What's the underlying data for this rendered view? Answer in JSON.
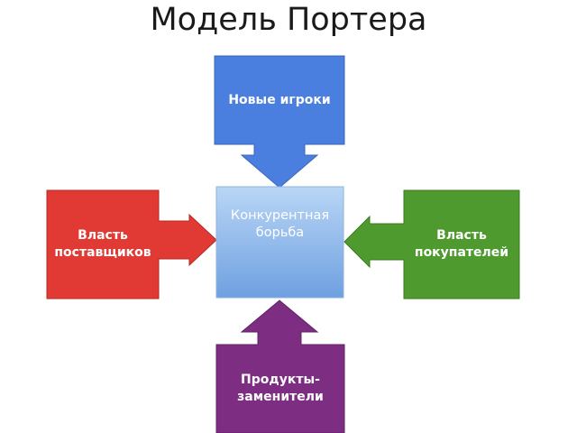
{
  "title": "Модель Портера",
  "colors": {
    "top": "#4a7fe0",
    "left": "#e13a35",
    "right": "#4f9a2e",
    "bottom": "#7e2e82",
    "center_top": "#b9d6f6",
    "center_bottom": "#6ea0e0"
  },
  "nodes": {
    "top": "Новые игроки",
    "left_line1": "Власть",
    "left_line2": "поставщиков",
    "center_line1": "Конкурентная",
    "center_line2": "борьба",
    "right_line1": "Власть",
    "right_line2": "покупателей",
    "bottom_line1": "Продукты-",
    "bottom_line2": "заменители"
  }
}
